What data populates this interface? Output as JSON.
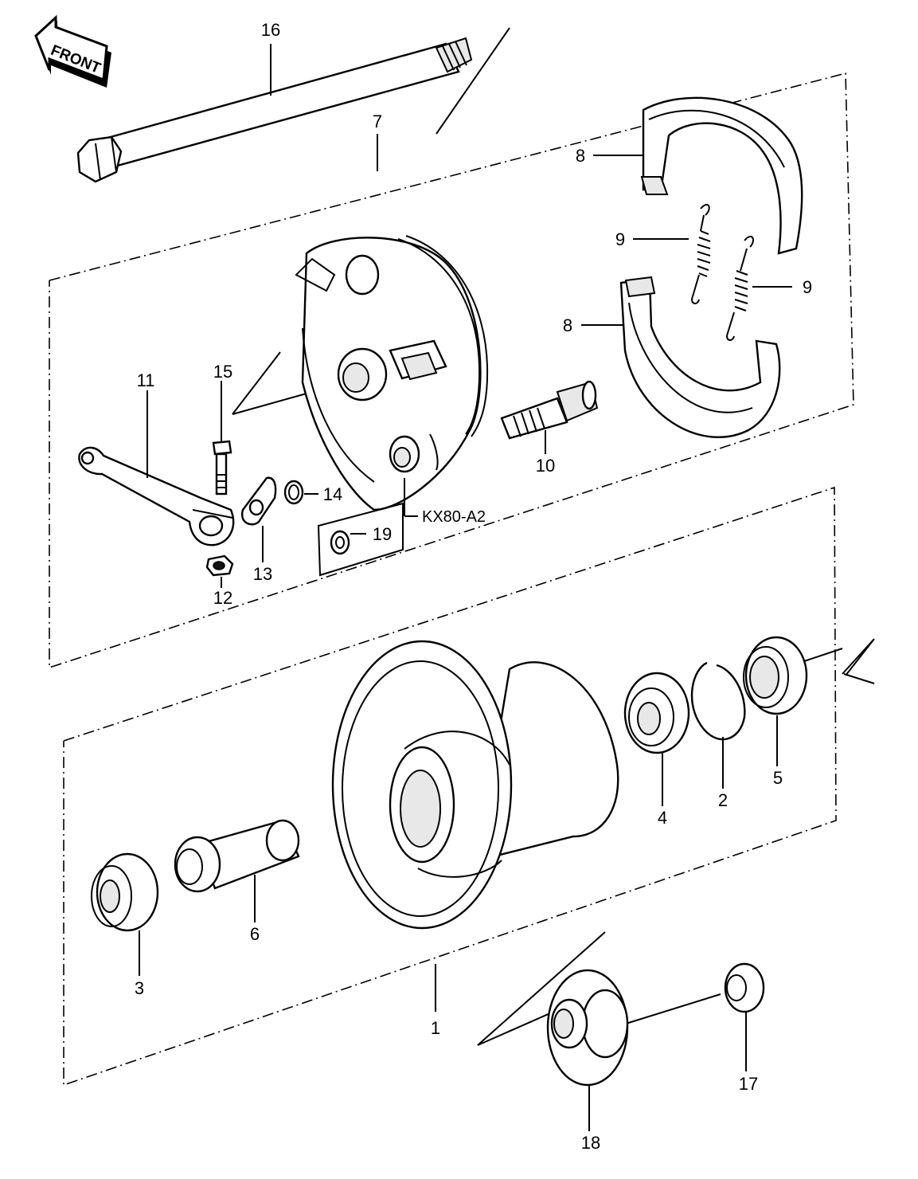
{
  "front_arrow": {
    "text": "FRONT"
  },
  "callouts": {
    "c1": "1",
    "c2": "2",
    "c3": "3",
    "c4": "4",
    "c5": "5",
    "c6": "6",
    "c7": "7",
    "c8a": "8",
    "c8b": "8",
    "c9a": "9",
    "c9b": "9",
    "c10": "10",
    "c11": "11",
    "c12": "12",
    "c13": "13",
    "c14": "14",
    "c15": "15",
    "c16": "16",
    "c17": "17",
    "c18": "18",
    "c19": "19"
  },
  "model_note": "KX80-A2"
}
